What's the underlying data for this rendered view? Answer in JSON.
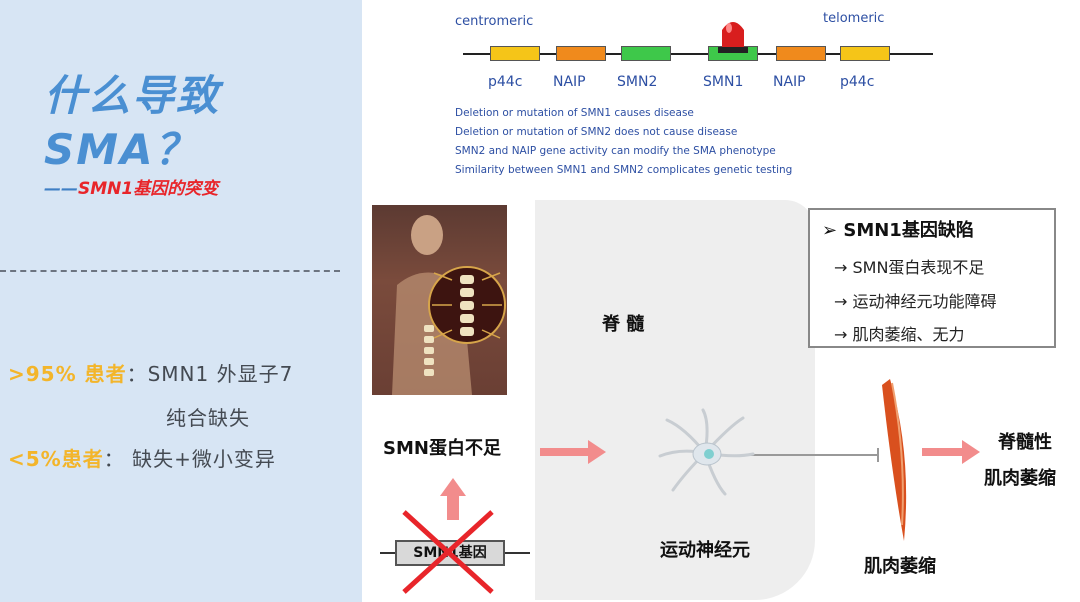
{
  "left": {
    "title_line1": "什么导致",
    "title_line2": "SMA？",
    "subtitle_dash": "——",
    "subtitle": "SMN1基因的突变",
    "stat1_highlight": ">95% 患者",
    "stat1_text": "：SMN1 外显子7",
    "stat1_text2": "纯合缺失",
    "stat2_highlight": "<5%患者",
    "stat2_text": "：  缺失+微小变异"
  },
  "gene_diagram": {
    "centromeric": "centromeric",
    "telomeric": "telomeric",
    "genes": [
      "p44c",
      "NAIP",
      "SMN2",
      "SMN1",
      "NAIP",
      "p44c"
    ],
    "notes": [
      "Deletion or mutation of SMN1 causes disease",
      "Deletion or mutation of SMN2 does not cause disease",
      "SMN2 and NAIP gene activity can modify the SMA phenotype",
      "Similarity between SMN1 and SMN2 complicates genetic testing"
    ],
    "colors": {
      "p44c": "#f5c518",
      "naip": "#f08a1c",
      "smn": "#3ec84a",
      "alarm": "#d81e1e"
    }
  },
  "illustration": {
    "spinal_cord_label": "脊 髓",
    "info_title": "SMN1基因缺陷",
    "info_items": [
      "SMN蛋白表现不足",
      "运动神经元功能障碍",
      "肌肉萎缩、无力"
    ],
    "smn_deficiency": "SMN蛋白不足",
    "gene_box": "SMN1基因",
    "motor_neuron": "运动神经元",
    "muscle_atrophy": "肌肉萎缩",
    "result_line1": "脊髓性",
    "result_line2": "肌肉萎缩",
    "arrow_color": "#f28c8c",
    "cross_color": "#e8252a"
  }
}
